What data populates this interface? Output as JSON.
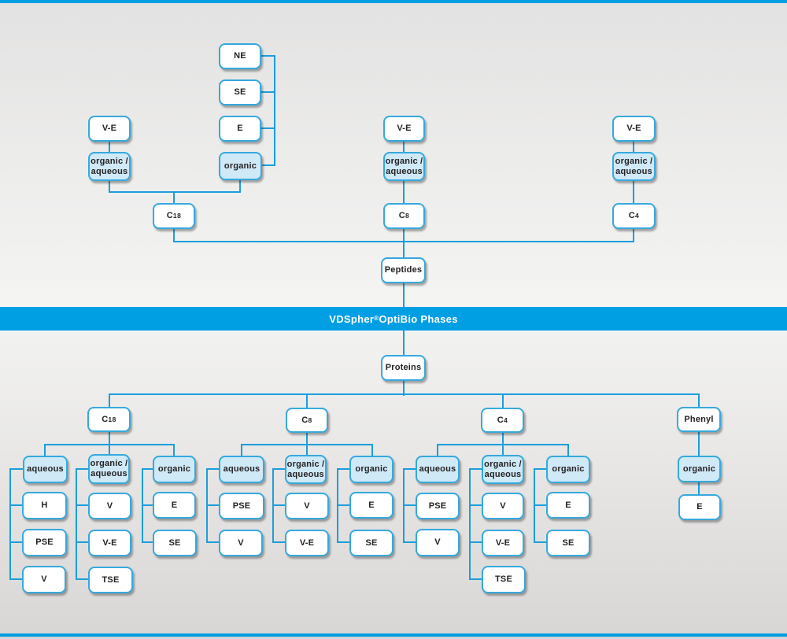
{
  "banner": {
    "title": "VDSpher® OptiBio Phases"
  },
  "colors": {
    "accent": "#009ee3",
    "line": "#1a9edb",
    "box_border": "#35a9de",
    "box_fill_light": "#cfe9f7",
    "text": "#231f20"
  },
  "peptides": {
    "root": "Peptides",
    "c18": {
      "label": "C18",
      "ve": "V-E",
      "organic_aqueous": "organic /\naqueous",
      "organic": "organic",
      "organic_chain": [
        "NE",
        "SE",
        "E"
      ]
    },
    "c8": {
      "label": "C8",
      "ve": "V-E",
      "organic_aqueous": "organic /\naqueous"
    },
    "c4": {
      "label": "C4",
      "ve": "V-E",
      "organic_aqueous": "organic /\naqueous"
    }
  },
  "proteins": {
    "root": "Proteins",
    "c18": {
      "label": "C18",
      "aqueous": "aqueous",
      "aqueous_items": [
        "H",
        "PSE",
        "V"
      ],
      "organic_aqueous": "organic /\naqueous",
      "organic_aqueous_items": [
        "V",
        "V-E",
        "TSE"
      ],
      "organic": "organic",
      "organic_items": [
        "E",
        "SE"
      ]
    },
    "c8": {
      "label": "C8",
      "aqueous": "aqueous",
      "aqueous_items": [
        "PSE",
        "V"
      ],
      "organic_aqueous": "organic /\naqueous",
      "organic_aqueous_items": [
        "V",
        "V-E"
      ],
      "organic": "organic",
      "organic_items": [
        "E",
        "SE"
      ]
    },
    "c4": {
      "label": "C4",
      "aqueous": "aqueous",
      "aqueous_items": [
        "PSE",
        "V"
      ],
      "organic_aqueous": "organic /\naqueous",
      "organic_aqueous_items": [
        "V",
        "V-E",
        "TSE"
      ],
      "organic": "organic",
      "organic_items": [
        "E",
        "SE"
      ]
    },
    "phenyl": {
      "label": "Phenyl",
      "organic": "organic",
      "organic_items": [
        "E"
      ]
    }
  }
}
